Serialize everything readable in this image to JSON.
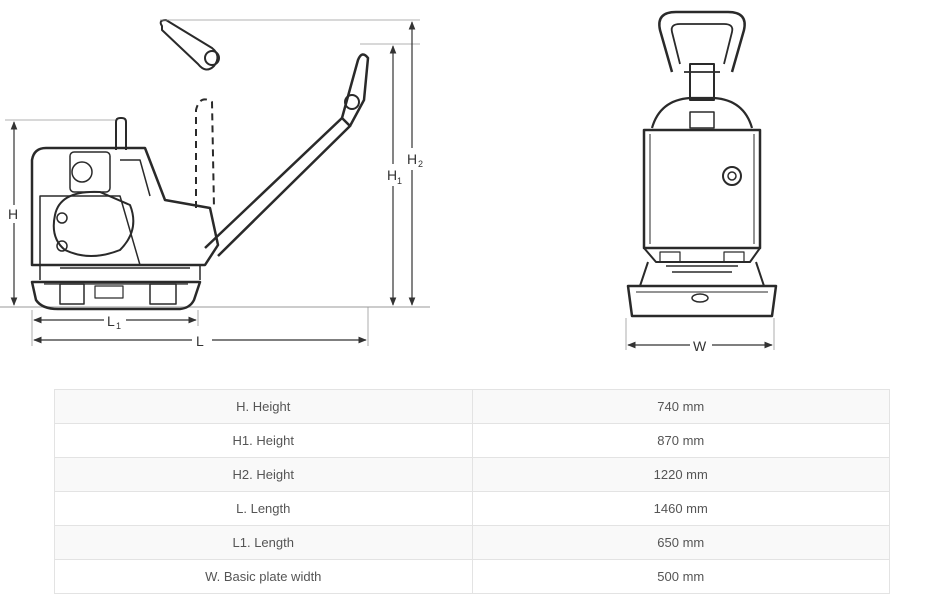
{
  "diagram": {
    "dimension_labels": {
      "H": "H",
      "H1_main": "H",
      "H1_sub": "1",
      "H2_main": "H",
      "H2_sub": "2",
      "L": "L",
      "L1_main": "L",
      "L1_sub": "1",
      "W": "W"
    }
  },
  "specs": {
    "rows": [
      {
        "label": "H. Height",
        "value": "740 mm"
      },
      {
        "label": "H1. Height",
        "value": "870 mm"
      },
      {
        "label": "H2. Height",
        "value": "1220 mm"
      },
      {
        "label": "L. Length",
        "value": "1460 mm"
      },
      {
        "label": "L1. Length",
        "value": "650 mm"
      },
      {
        "label": "W. Basic plate width",
        "value": "500 mm"
      }
    ]
  }
}
